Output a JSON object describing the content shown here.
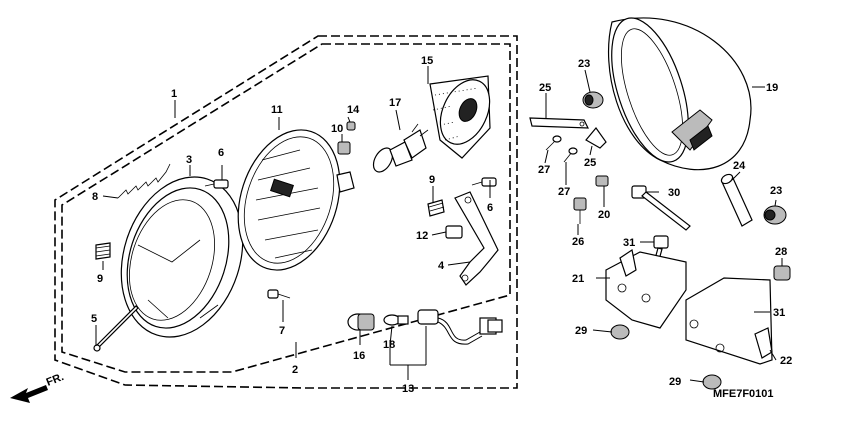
{
  "diagram": {
    "code": "MFE7F0101",
    "direction": "FR.",
    "callouts": [
      "1",
      "2",
      "3",
      "4",
      "5",
      "6",
      "6",
      "7",
      "8",
      "9",
      "9",
      "10",
      "11",
      "12",
      "13",
      "14",
      "15",
      "16",
      "17",
      "18",
      "19",
      "20",
      "21",
      "22",
      "23",
      "23",
      "24",
      "25",
      "25",
      "26",
      "27",
      "27",
      "28",
      "29",
      "29",
      "30",
      "31",
      "31"
    ]
  }
}
